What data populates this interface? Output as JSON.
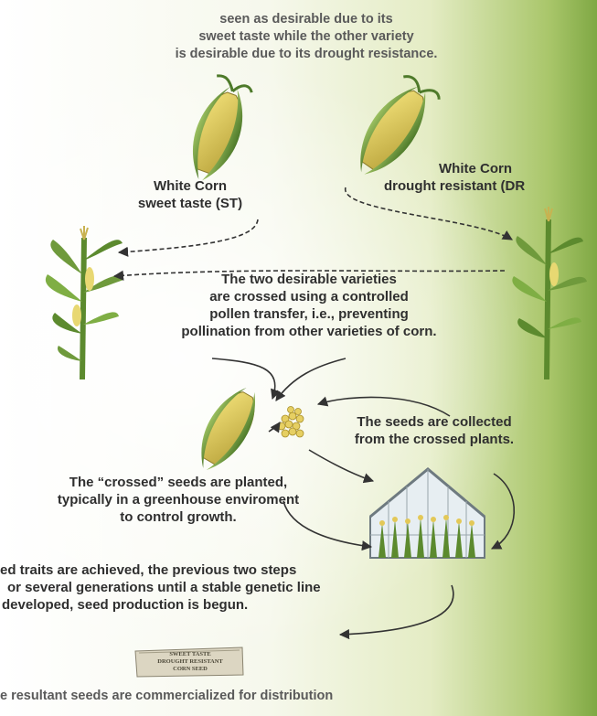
{
  "intro": {
    "lines": [
      "seen as desirable due to its",
      "sweet taste while the other variety",
      "is desirable due to its drought resistance."
    ]
  },
  "left_corn": {
    "line1": "White Corn",
    "line2": "sweet taste (ST)"
  },
  "right_corn": {
    "line1": "White Corn",
    "line2": "drought resistant (DR"
  },
  "cross_step": {
    "lines": [
      "The two desirable varieties",
      "are crossed using a controlled",
      "pollen transfer, i.e., preventing",
      "pollination from other varieties of corn."
    ]
  },
  "seeds_step": {
    "lines": [
      "The seeds are collected",
      "from the crossed plants."
    ]
  },
  "plant_step": {
    "lines": [
      "The “crossed” seeds are planted,",
      "typically in a greenhouse enviroment",
      "to control growth."
    ]
  },
  "repeat_step": {
    "lines": [
      "ed traits are achieved, the previous two steps",
      "or several generations until a stable genetic line",
      "developed, seed production is begun."
    ]
  },
  "seed_bag": {
    "lines": [
      "SWEET TASTE",
      "DROUGHT RESISTANT",
      "CORN SEED"
    ]
  },
  "final_step": {
    "text": "e resultant seeds are commercialized for distribution"
  },
  "colors": {
    "green_accent": "#7fa844",
    "corn_yellow": "#d9c64a",
    "husk_green": "#6f9a3c",
    "arrow": "#333333"
  }
}
